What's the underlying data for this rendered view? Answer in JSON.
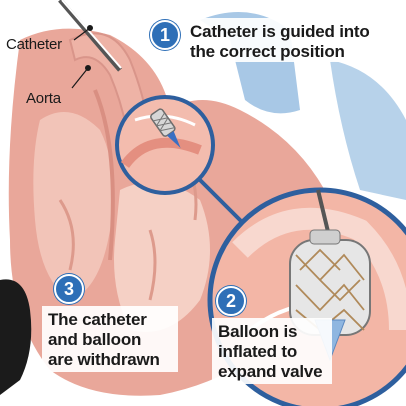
{
  "labels": {
    "catheter": "Catheter",
    "aorta": "Aorta"
  },
  "steps": [
    {
      "number": "1",
      "lines": [
        "Catheter is guided into",
        "the correct position"
      ]
    },
    {
      "number": "2",
      "lines": [
        "Balloon is",
        "inflated to",
        "expand valve"
      ]
    },
    {
      "number": "3",
      "lines": [
        "The catheter",
        "and balloon",
        "are withdrawn"
      ]
    }
  ],
  "colors": {
    "heart_outer": "#e9a79a",
    "heart_inner": "#f2c4b8",
    "vessel_blue": "#a8c8e6",
    "badge_blue": "#2e6fb7",
    "ring_blue": "#2e5f9e"
  },
  "icons": [
    "balloon-valve-icon",
    "stent-valve-icon"
  ]
}
